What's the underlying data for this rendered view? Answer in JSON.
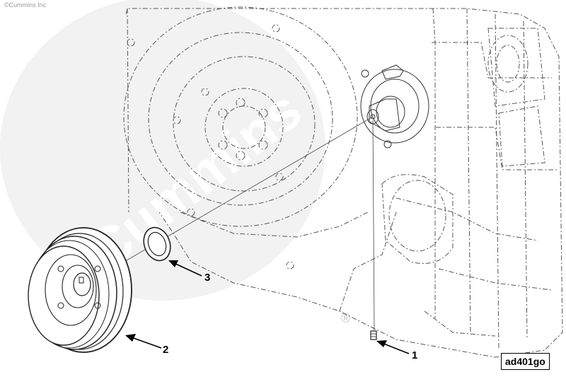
{
  "copyright": "©Cummins Inc",
  "watermark": {
    "brand": "Cummins",
    "registered": "®"
  },
  "callouts": [
    {
      "id": "1",
      "label": "1"
    },
    {
      "id": "2",
      "label": "2"
    },
    {
      "id": "3",
      "label": "3"
    }
  ],
  "reference_code": "ad401go"
}
